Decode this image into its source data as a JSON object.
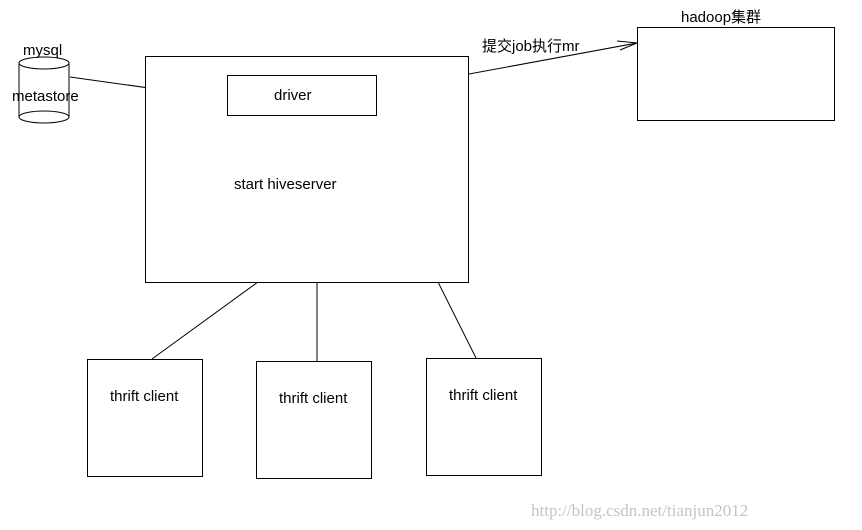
{
  "db": {
    "name": "mysql",
    "role": "metastore"
  },
  "server": {
    "title": "start hiveserver",
    "driver": "driver"
  },
  "cluster": {
    "title": "hadoop集群"
  },
  "edge_label": "提交job执行mr",
  "clients": [
    {
      "label": "thrift client"
    },
    {
      "label": "thrift client"
    },
    {
      "label": "thrift client"
    }
  ],
  "watermark": "http://blog.csdn.net/tianjun2012"
}
